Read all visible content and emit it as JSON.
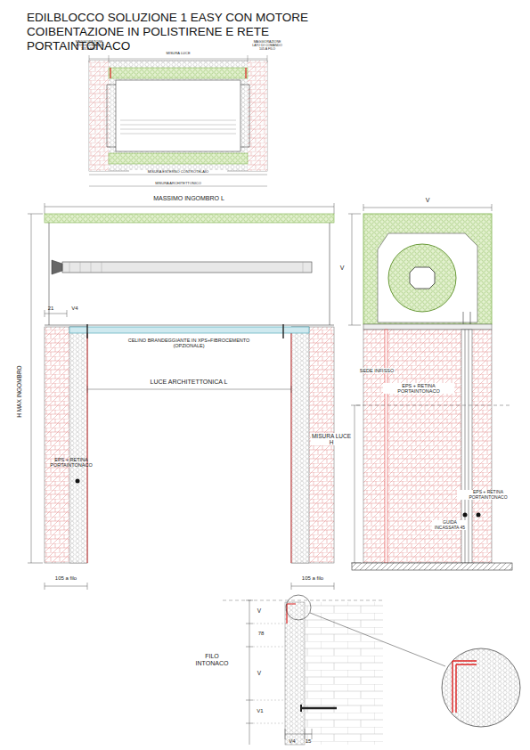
{
  "diagram": {
    "title": "EDILBLOCCO SOLUZIONE 1 EASY CON MOTORE COIBENTAZIONE IN POLISTIRENE E RETE PORTAINTONACO",
    "labels": [
      "MAGGIORAZIONE LATO DI COMANDO 105 A FILO",
      "MISURA LUCE",
      "MAGGIORAZIONE LATO DI COMANDO 105 A FILO",
      "MISURA ESTERNO CONTROTELAIO",
      "MISURA ARCHITETTONICO",
      "MASSIMO INGOMBRO L",
      "V",
      "V",
      "21",
      "V4",
      "CELINO BRANDEGGIANTE IN XPS+FIBROCEMENTO (OPZIONALE)",
      "LUCE ARCHITETTONICA L",
      "H MAX INGOMBRO",
      "EPS + RETINA PORTAINTONACO",
      "SEDE INFISSO",
      "EPS + RETINA PORTAINTONACO",
      "MISURA LUCE H",
      "EPS + RETINA PORTAINTONACO",
      "GUIDA INCASSATA 45",
      "105 a filo",
      "105 a filo",
      "V",
      "78",
      "V",
      "V1",
      "FILO INTONACO",
      "V4",
      "15"
    ]
  }
}
